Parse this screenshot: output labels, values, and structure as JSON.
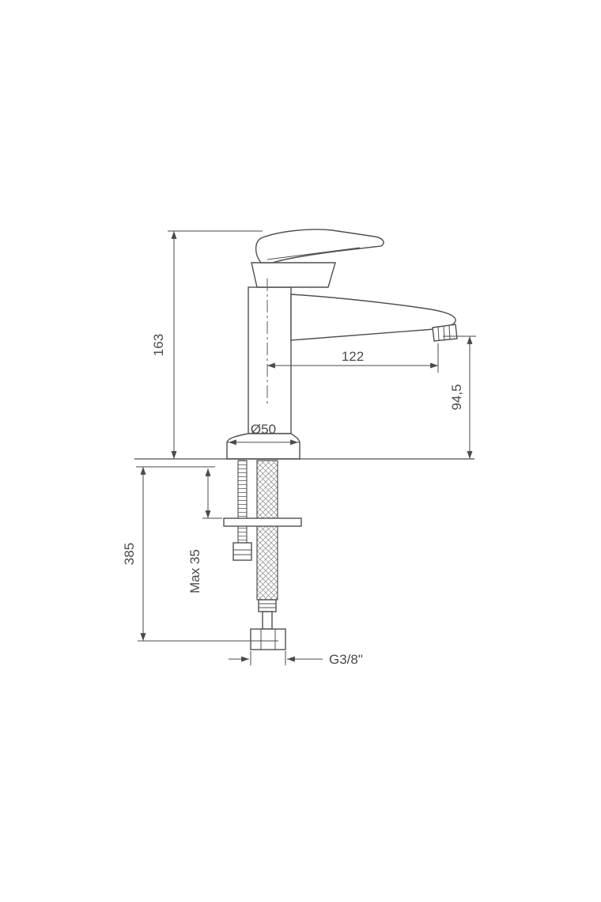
{
  "drawing": {
    "kind": "faucet-installation-dimension-drawing",
    "subject": "single-lever basin mixer, side view with mounting dimensions",
    "background": "#ffffff",
    "ink": "#4a4a4a",
    "labels": {
      "total_height": "163",
      "spout_reach": "122",
      "outlet_height": "94,5",
      "base_diameter": "Ø50",
      "below_deck_length": "385",
      "max_deck_thickness": "Max 35",
      "thread": "G3/8\""
    }
  }
}
